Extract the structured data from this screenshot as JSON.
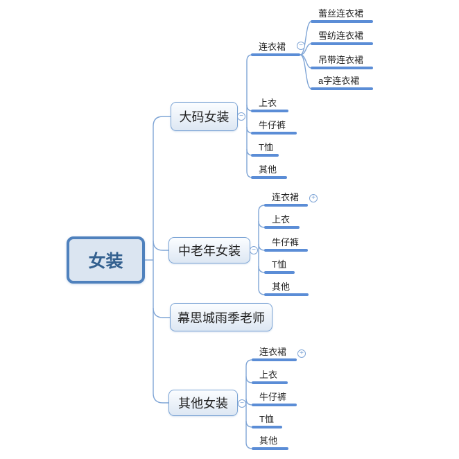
{
  "root": {
    "label": "女装"
  },
  "branches": [
    {
      "label": "大码女装",
      "toggle": "minus",
      "children": [
        {
          "label": "连衣裙",
          "toggle": "minus",
          "children": [
            {
              "label": "蕾丝连衣裙"
            },
            {
              "label": "雪纺连衣裙"
            },
            {
              "label": "吊带连衣裙"
            },
            {
              "label": "a字连衣裙"
            }
          ]
        },
        {
          "label": "上衣"
        },
        {
          "label": "牛仔裤"
        },
        {
          "label": "T恤"
        },
        {
          "label": "其他"
        }
      ]
    },
    {
      "label": "中老年女装",
      "toggle": "minus",
      "children": [
        {
          "label": "连衣裙",
          "toggle": "plus"
        },
        {
          "label": "上衣"
        },
        {
          "label": "牛仔裤"
        },
        {
          "label": "T恤"
        },
        {
          "label": "其他"
        }
      ]
    },
    {
      "label": "幕思城雨季老师"
    },
    {
      "label": "其他女装",
      "toggle": "minus",
      "children": [
        {
          "label": "连衣裙",
          "toggle": "plus"
        },
        {
          "label": "上衣"
        },
        {
          "label": "牛仔裤"
        },
        {
          "label": "T恤"
        },
        {
          "label": "其他"
        }
      ]
    }
  ],
  "icons": {
    "minus": "−",
    "plus": "+"
  },
  "colors": {
    "root_border": "#4f81bd",
    "root_fill": "#dbe5f1",
    "root_text": "#33608f",
    "branch_border": "#7aa3d4",
    "branch_fill_top": "#fbfdff",
    "branch_fill_bottom": "#dde7f3",
    "wire": "#7fa5d6",
    "rule": "#5b8dd6",
    "text": "#1f1f1f"
  }
}
